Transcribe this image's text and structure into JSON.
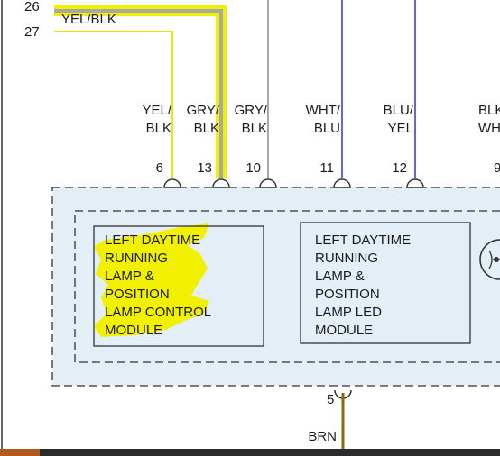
{
  "diagram": {
    "top_wires": [
      {
        "pin": "26",
        "label": ""
      },
      {
        "pin": "27",
        "label": "YEL/BLK"
      }
    ],
    "connector_pins": [
      {
        "color_line1": "YEL/",
        "color_line2": "BLK",
        "pin": "6"
      },
      {
        "color_line1": "GRY/",
        "color_line2": "BLK",
        "pin": "13"
      },
      {
        "color_line1": "GRY/",
        "color_line2": "BLK",
        "pin": "10"
      },
      {
        "color_line1": "WHT/",
        "color_line2": "BLU",
        "pin": "11"
      },
      {
        "color_line1": "BLU/",
        "color_line2": "YEL",
        "pin": "12"
      },
      {
        "color_line1": "BLK/",
        "color_line2": "WHT",
        "pin": "9"
      }
    ],
    "modules": [
      {
        "lines": [
          "LEFT DAYTIME",
          "RUNNING",
          "LAMP &",
          "POSITION",
          "LAMP CONTROL",
          "MODULE"
        ]
      },
      {
        "lines": [
          "LEFT DAYTIME",
          "RUNNING",
          "LAMP &",
          "POSITION",
          "LAMP LED",
          "MODULE"
        ]
      }
    ],
    "ground": {
      "pin": "5",
      "color": "BRN"
    },
    "colors": {
      "yellow_wire": "#e8e800",
      "gray_wire": "#a8a8a8",
      "blue_wire": "#3030d0",
      "brown_wire": "#8a6a10",
      "highlight": "#f0f000",
      "housing_fill": "#e3eef6",
      "line": "#333333"
    }
  }
}
